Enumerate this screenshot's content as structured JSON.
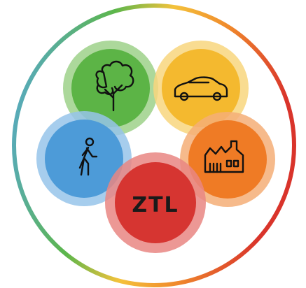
{
  "diagram": {
    "center_label": "ZTL",
    "ring_gradient_colors": [
      "#56a7d9",
      "#5cb64b",
      "#f4c23b",
      "#f08a2c",
      "#d9342b"
    ],
    "circles": [
      {
        "id": "nature",
        "icon": "tree-icon",
        "color": "#5cb446",
        "halo": "#9ed18a"
      },
      {
        "id": "car",
        "icon": "car-icon",
        "color": "#f4b92f",
        "halo": "#f8d67e"
      },
      {
        "id": "pedestrian",
        "icon": "walking-person-icon",
        "color": "#4d9bd8",
        "halo": "#96c4ea"
      },
      {
        "id": "industry",
        "icon": "factory-icon",
        "color": "#ef7b25",
        "halo": "#f5ae77"
      },
      {
        "id": "ztl",
        "icon": "",
        "color": "#d63531",
        "halo": "#e98683"
      }
    ]
  }
}
